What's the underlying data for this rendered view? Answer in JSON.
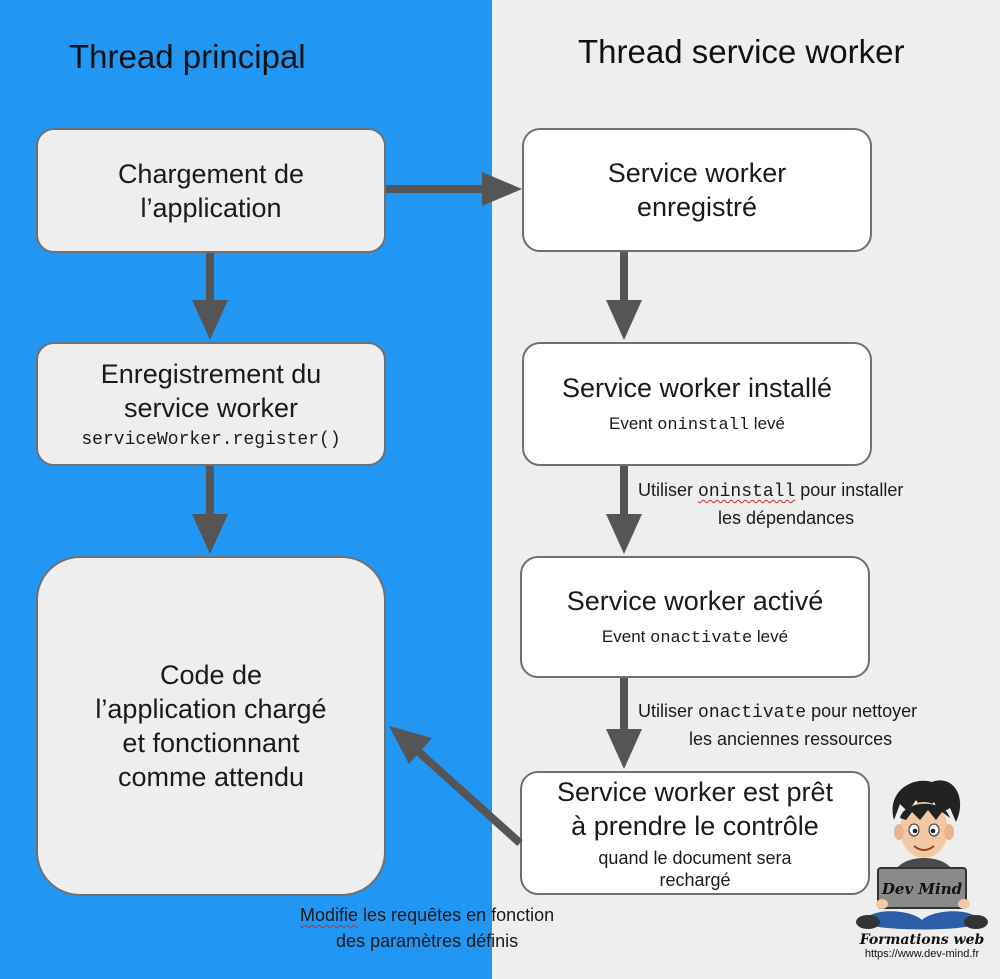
{
  "columns": {
    "left_title": "Thread principal",
    "right_title": "Thread service worker"
  },
  "boxes": {
    "chargement": {
      "lines": [
        "Chargement de",
        "l’application"
      ]
    },
    "enregistrement": {
      "lines": [
        "Enregistrement du",
        "service worker"
      ],
      "code": "serviceWorker.register()"
    },
    "code_app": {
      "lines": [
        "Code de",
        "l’application chargé",
        "et fonctionnant",
        "comme attendu"
      ]
    },
    "sw_enregistre": {
      "lines": [
        "Service worker",
        "enregistré"
      ]
    },
    "sw_installe": {
      "title": "Service worker installé",
      "event_prefix": "Event",
      "event_code": "oninstall",
      "event_suffix": "levé"
    },
    "sw_active": {
      "title": "Service worker activé",
      "event_prefix": "Event",
      "event_code": "onactivate",
      "event_suffix": "levé"
    },
    "sw_pret": {
      "lines": [
        "Service worker est prêt",
        "à prendre le contrôle"
      ],
      "sub": [
        "quand le document sera",
        "rechargé"
      ]
    }
  },
  "notes": {
    "install": {
      "prefix": "Utiliser",
      "code": "oninstall",
      "suffix": "pour installer",
      "line2": "les dépendances"
    },
    "activate": {
      "prefix": "Utiliser",
      "code": "onactivate",
      "suffix": "pour nettoyer",
      "line2": "les anciennes ressources"
    },
    "modify": {
      "word": "Modifie",
      "rest": "les requêtes en fonction",
      "line2": "des paramètres définis"
    }
  },
  "logo": {
    "badge": "Dev Mind",
    "title": "Formations web",
    "url": "https://www.dev-mind.fr"
  },
  "colors": {
    "left_panel": "#2196f3",
    "right_panel": "#eeeeee",
    "arrow": "#555555",
    "border": "#707070"
  }
}
